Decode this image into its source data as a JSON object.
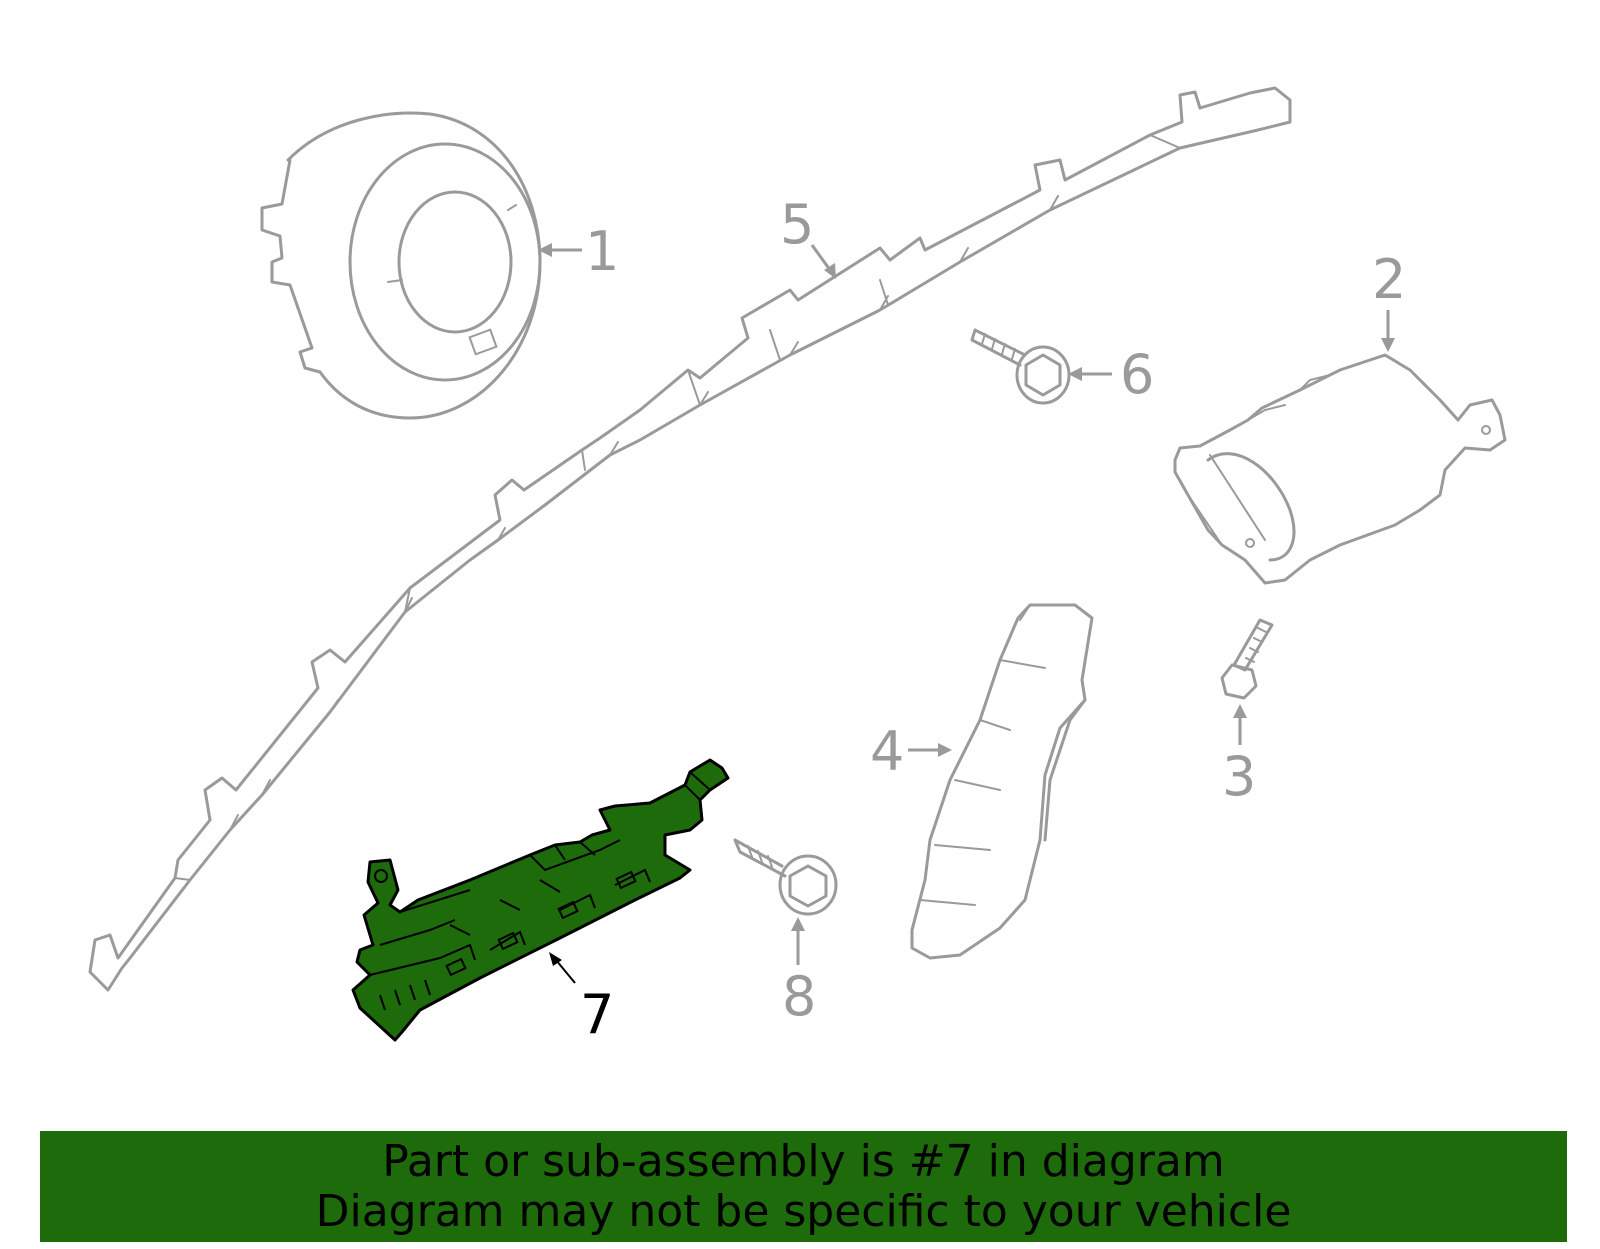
{
  "diagram": {
    "callouts": [
      "1",
      "2",
      "3",
      "4",
      "5",
      "6",
      "7",
      "8"
    ],
    "highlighted_part": "7"
  },
  "colors": {
    "highlight": "#1e6b0c",
    "outline": "#9a9a9a",
    "banner": "#1e6b0c"
  },
  "banner": {
    "line1": "Part or sub-assembly is #7 in diagram",
    "line2": "Diagram may not be specific to your vehicle"
  }
}
